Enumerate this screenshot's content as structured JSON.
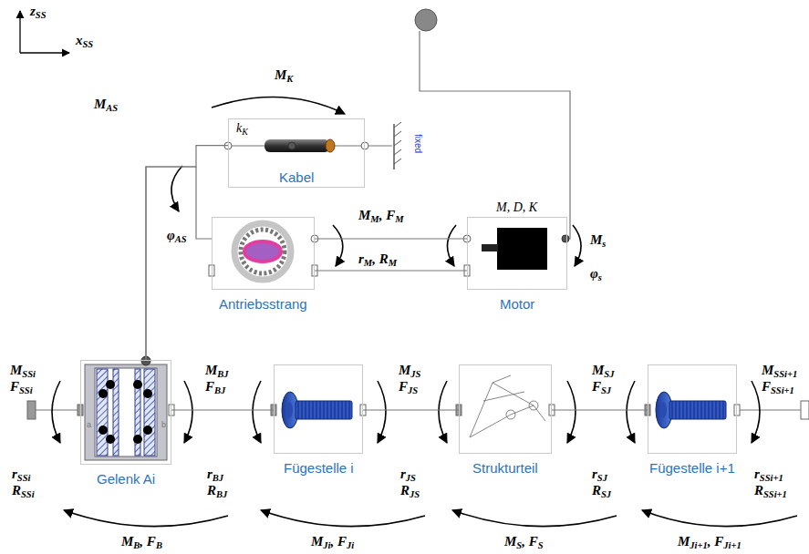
{
  "diagram": {
    "nodes": [
      {
        "text": [
          "kK",
          "Kabel"
        ]
      },
      {
        "text": [
          "Antriebsstrang"
        ]
      },
      {
        "text": [
          "M, D, K",
          "Motor"
        ]
      },
      {
        "text": [
          "Gelenk Ai"
        ]
      },
      {
        "text": [
          "Fügestelle i"
        ]
      },
      {
        "text": [
          "Strukturteil"
        ]
      },
      {
        "text": [
          "Fügestelle i+1"
        ]
      }
    ],
    "edges": [
      {
        "from": 3,
        "to": 0,
        "arrow": "none"
      },
      {
        "from": 3,
        "to": 1,
        "arrow": "none"
      },
      {
        "from": 1,
        "to": 2,
        "arrow": "none"
      },
      {
        "from": 1,
        "to": 2,
        "arrow": "none"
      },
      {
        "from": 3,
        "to": 4,
        "arrow": "none"
      },
      {
        "from": 4,
        "to": 5,
        "arrow": "none"
      },
      {
        "from": 5,
        "to": 6,
        "arrow": "none"
      }
    ],
    "labels": [
      "zSS",
      "xSS",
      "MK",
      "MAS",
      "fixed",
      "φAS",
      "MM, FM",
      "rM, RM",
      "Ms",
      "φs",
      "a",
      "b",
      "MSSi",
      "FSSi",
      "MBJ",
      "FBJ",
      "MJS",
      "FJS",
      "MSJ",
      "FSJ",
      "MSSi+1",
      "FSSi+1",
      "rSSi",
      "RSSi",
      "rBJ",
      "RBJ",
      "rJS",
      "RJS",
      "rSJ",
      "RSJ",
      "rSSi+1",
      "RSSi+1",
      "MB, FB",
      "MJi, FJi",
      "MS, FS",
      "MJi+1, FJi+1"
    ]
  }
}
